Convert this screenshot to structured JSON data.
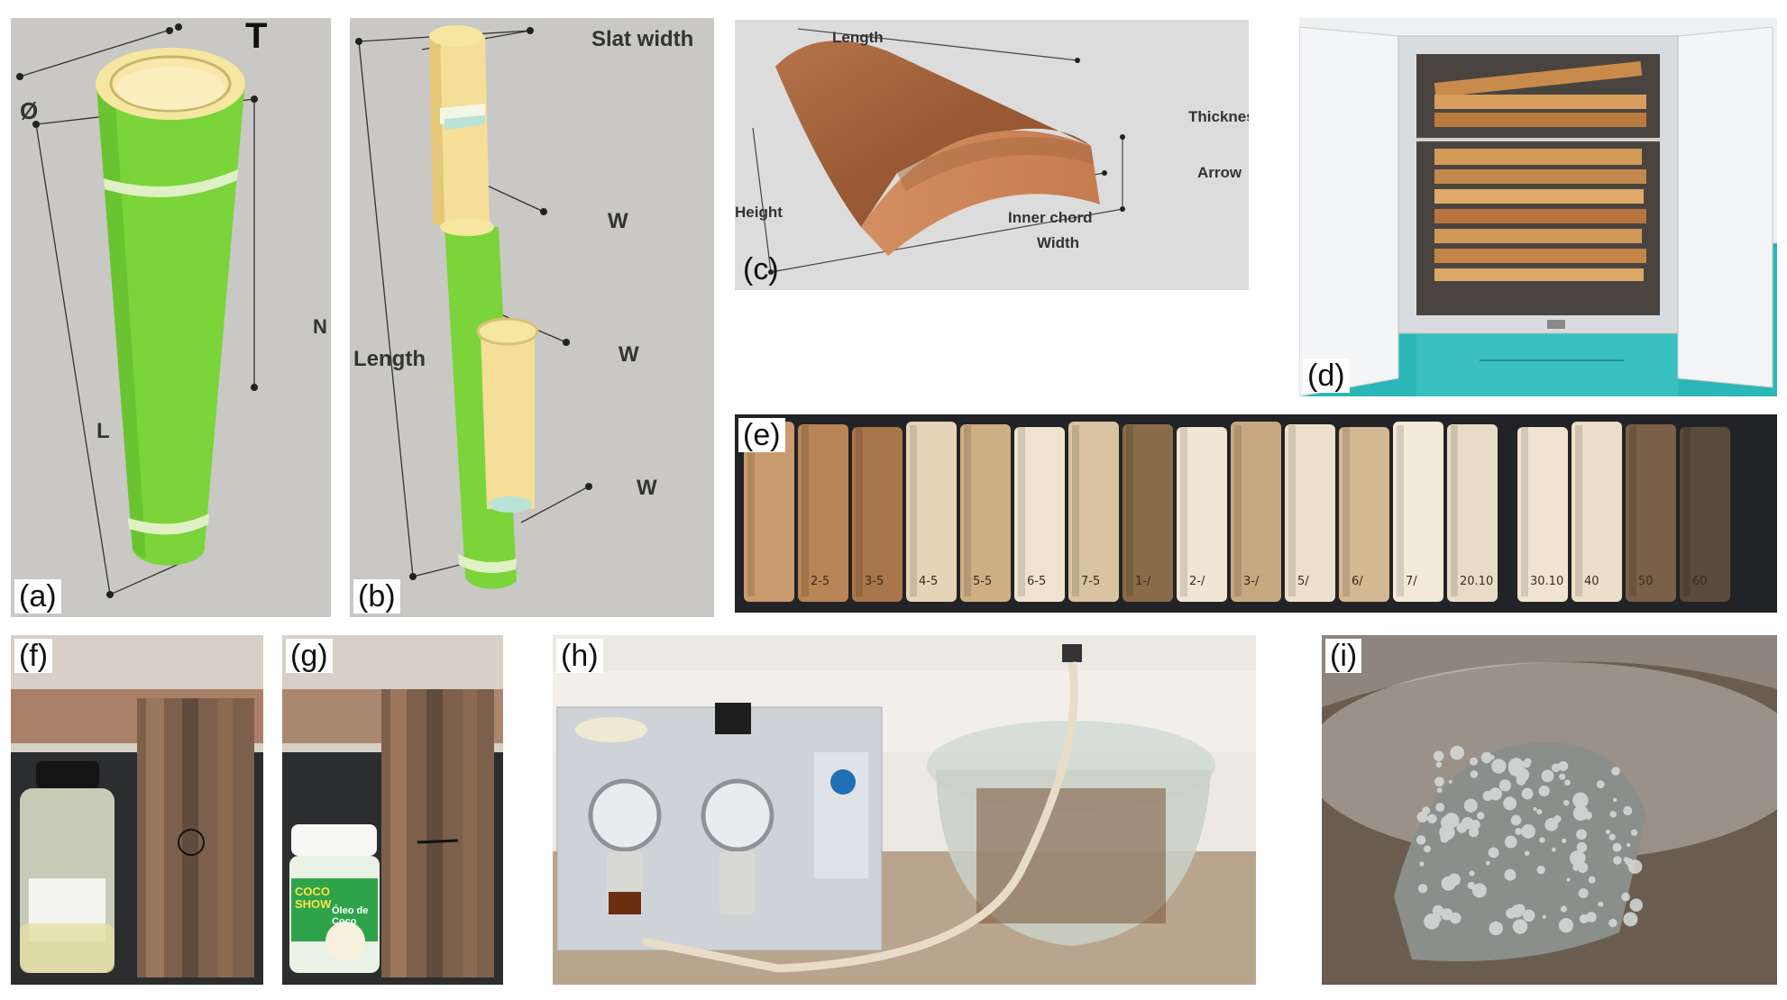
{
  "panels": {
    "a": {
      "label": "(a)",
      "dims": {
        "diameter": "Ø",
        "thickness": "T",
        "node": "N",
        "length": "L"
      }
    },
    "b": {
      "label": "(b)",
      "dims": {
        "slat_width": "Slat width",
        "length": "Length",
        "w1": "W",
        "w2": "W",
        "w3": "W"
      }
    },
    "c": {
      "label": "(c)",
      "dims": {
        "length": "Length",
        "thickness": "Thickness",
        "arrow": "Arrow",
        "height": "Height",
        "inner_chord": "Inner chord",
        "width": "Width"
      }
    },
    "d": {
      "label": "(d)"
    },
    "e": {
      "label": "(e)",
      "slat_marks": [
        "2-5",
        "3-5",
        "4-5",
        "5-5",
        "6-5",
        "7-5",
        "1-/",
        "2-/",
        "3-/",
        "5/",
        "6/",
        "7/",
        "20.10",
        "30.10",
        "40",
        "50",
        "60"
      ]
    },
    "f": {
      "label": "(f)"
    },
    "g": {
      "label": "(g)",
      "jar_text": [
        "COCO SHOW",
        "Óleo de Coco"
      ]
    },
    "h": {
      "label": "(h)"
    },
    "i": {
      "label": "(i)"
    }
  },
  "colors": {
    "bamboo_green": "#7bd43a",
    "bamboo_inner": "#f8e7a8",
    "wood": "#a8663d",
    "background_gray": "#c9c8c4",
    "oven_teal": "#2bb7b7"
  }
}
